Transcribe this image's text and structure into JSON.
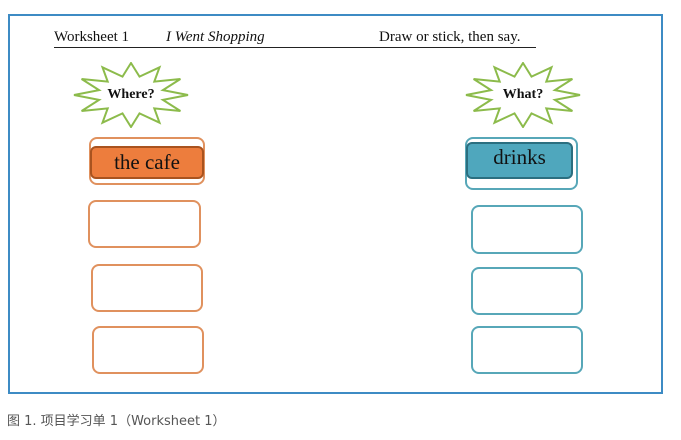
{
  "header": {
    "worksheet": "Worksheet 1",
    "title": "I Went Shopping",
    "instruction": "Draw or stick, then say."
  },
  "bursts": {
    "where": "Where?",
    "what": "What?"
  },
  "columns": {
    "left": {
      "filled": "the cafe"
    },
    "right": {
      "filled": "drinks"
    }
  },
  "colors": {
    "frame": "#3d8bc4",
    "orange": "#ed7d3d",
    "teal": "#4fa7bd",
    "burst_stroke": "#8cbb4b"
  },
  "caption": "图 1. 项目学习单 1（Worksheet 1）"
}
